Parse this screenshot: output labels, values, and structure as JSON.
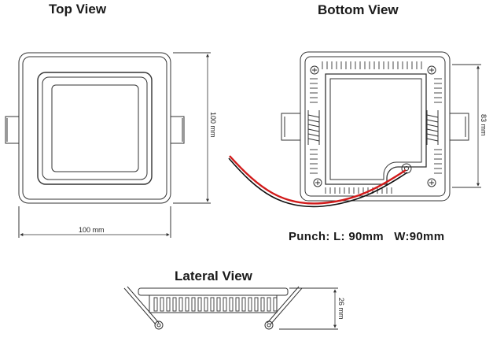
{
  "titles": {
    "top_view": "Top View",
    "bottom_view": "Bottom View",
    "lateral_view": "Lateral View"
  },
  "dimensions": {
    "top_width": "100 mm",
    "top_height": "100 mm",
    "bottom_height": "83 mm",
    "lateral_height": "26 mm"
  },
  "punch": {
    "text": "Punch: L: 90mm   W:90mm"
  },
  "colors": {
    "line": "#333333",
    "wire_red": "#d11a1a",
    "wire_black": "#111111"
  }
}
